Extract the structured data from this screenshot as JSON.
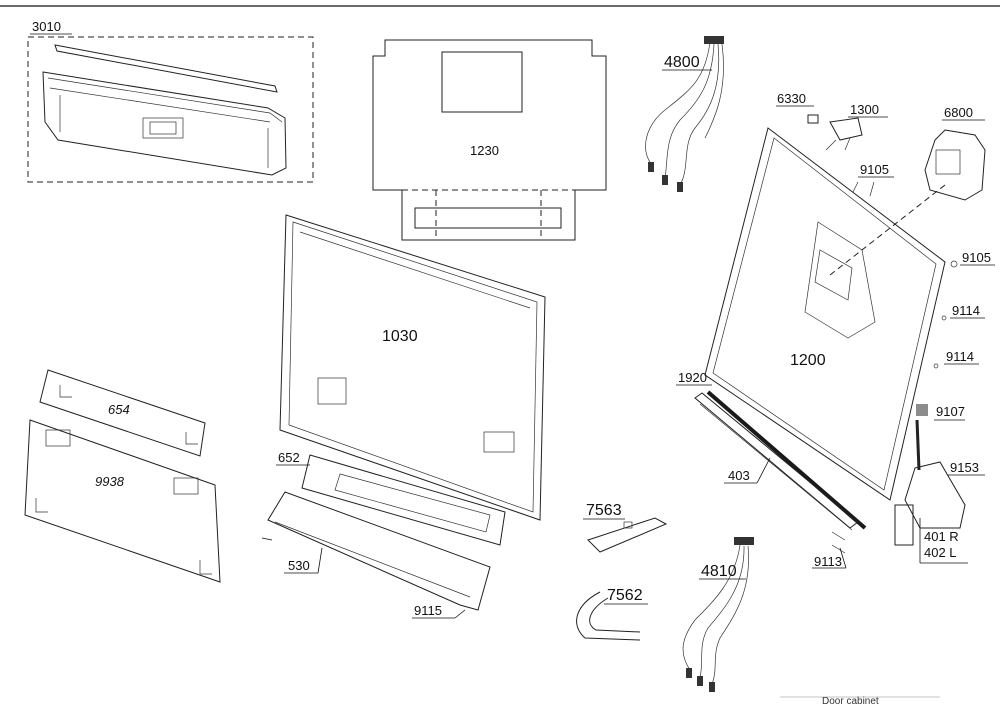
{
  "diagram": {
    "colors": {
      "line": "#222222",
      "seal": "#1a1a1a",
      "marker": "#8c8c8c"
    },
    "labels": {
      "p3010": "3010",
      "p1230": "1230",
      "p4800": "4800",
      "p6330": "6330",
      "p1300": "1300",
      "p6800": "6800",
      "p9105a": "9105",
      "p9105b": "9105",
      "p1030": "1030",
      "p1200": "1200",
      "p9114a": "9114",
      "p9114b": "9114",
      "p1920": "1920",
      "p9107": "9107",
      "p654": "654",
      "p9938": "9938",
      "p652": "652",
      "p403": "403",
      "p9153": "9153",
      "p7563": "7563",
      "p401r": "401 R",
      "p402l": "402 L",
      "p530": "530",
      "p9113": "9113",
      "p7562": "7562",
      "p4810": "4810",
      "p9115": "9115"
    },
    "footer": "Door cabinet"
  }
}
